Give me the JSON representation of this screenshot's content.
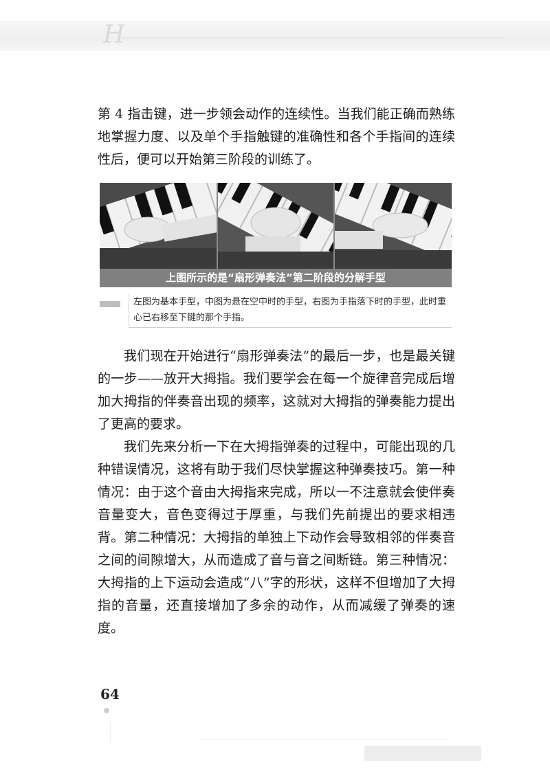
{
  "paragraphs": {
    "p1": "第 4 指击键，进一步领会动作的连续性。当我们能正确而熟练地掌握力度、以及单个手指触键的准确性和各个手指间的连续性后，便可以开始第三阶段的训练了。",
    "p2": "我们现在开始进行“扇形弹奏法”的最后一步，也是最关键的一步——放开大拇指。我们要学会在每一个旋律音完成后增加大拇指的伴奏音出现的频率，这就对大拇指的弹奏能力提出了更高的要求。",
    "p3": "我们先来分析一下在大拇指弹奏的过程中，可能出现的几种错误情况，这将有助于我们尽快掌握这种弹奏技巧。第一种情况：由于这个音由大拇指来完成，所以一不注意就会使伴奏音量变大，音色变得过于厚重，与我们先前提出的要求相违背。第二种情况：大拇指的单独上下动作会导致相邻的伴奏音之间的间隙增大，从而造成了音与音之间断链。第三种情况：大拇指的上下运动会造成“八”字的形状，这样不但增加了大拇指的音量，还直接增加了多余的动作，从而减缓了弹奏的速度。"
  },
  "figure": {
    "caption": "上图所示的是“扇形弹奏法”第二阶段的分解手型",
    "note": "左图为基本手型，中图为悬在空中时的手型，右图为手指落下时的手型，此时重心已右移至下键的那个手指。"
  },
  "page_number": "64"
}
